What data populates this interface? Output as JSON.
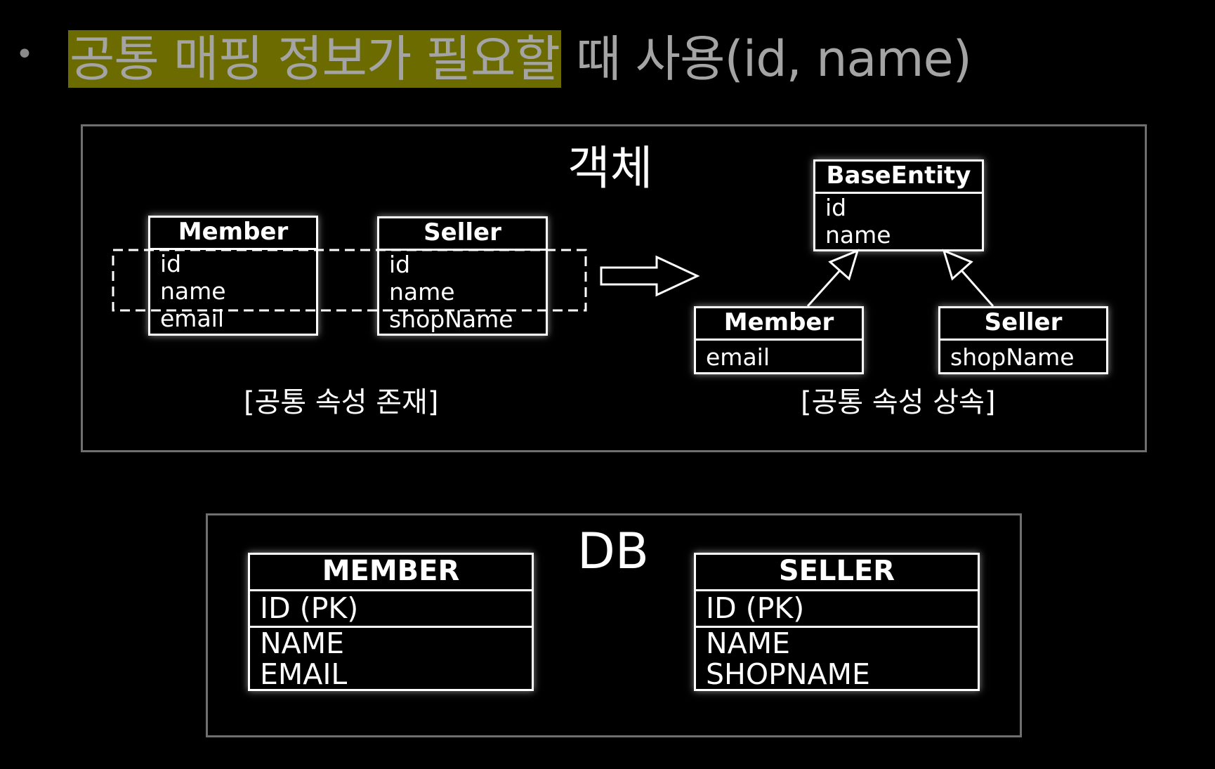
{
  "headline": {
    "bullet": "•",
    "highlight": "공통 매핑 정보가 필요할",
    "rest": " 때 사용(id, name)"
  },
  "object_panel": {
    "title": "객체",
    "left": {
      "member": {
        "name": "Member",
        "fields": [
          "id",
          "name",
          "email"
        ]
      },
      "seller": {
        "name": "Seller",
        "fields": [
          "id",
          "name",
          "shopName"
        ]
      },
      "caption": "[공통 속성 존재]"
    },
    "right": {
      "base": {
        "name": "BaseEntity",
        "fields": [
          "id",
          "name"
        ]
      },
      "member": {
        "name": "Member",
        "fields": [
          "email"
        ]
      },
      "seller": {
        "name": "Seller",
        "fields": [
          "shopName"
        ]
      },
      "caption": "[공통 속성 상속]"
    }
  },
  "db_panel": {
    "title": "DB",
    "member": {
      "name": "MEMBER",
      "pk": "ID (PK)",
      "fields": [
        "NAME",
        "EMAIL"
      ]
    },
    "seller": {
      "name": "SELLER",
      "pk": "ID (PK)",
      "fields": [
        "NAME",
        "SHOPNAME"
      ]
    }
  }
}
